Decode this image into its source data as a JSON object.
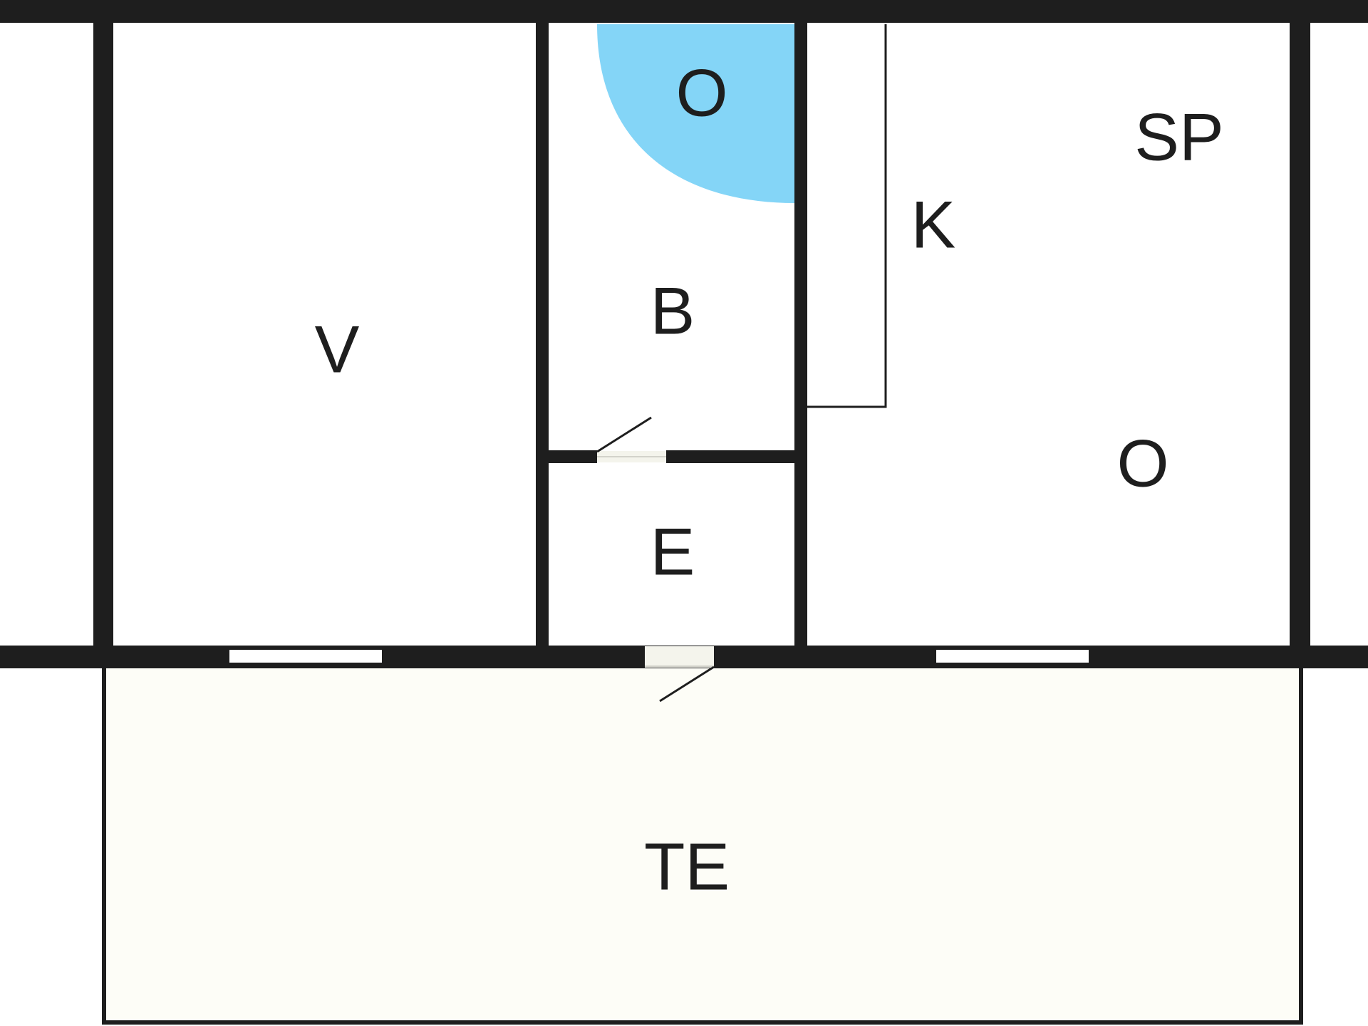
{
  "colors": {
    "wall": "#1e1e1e",
    "background": "#ffffff",
    "shower": "#84d5f7",
    "terrace": "#fdfdf7",
    "door_gap": "#f4f4ec"
  },
  "rooms": {
    "living": {
      "label": "V"
    },
    "bath": {
      "label": "B"
    },
    "shower": {
      "label": "O"
    },
    "entrance": {
      "label": "E"
    },
    "kitchen": {
      "label": "K"
    },
    "dining": {
      "label": "SP"
    },
    "living_area": {
      "label": "O"
    },
    "terrace": {
      "label": "TE"
    }
  }
}
